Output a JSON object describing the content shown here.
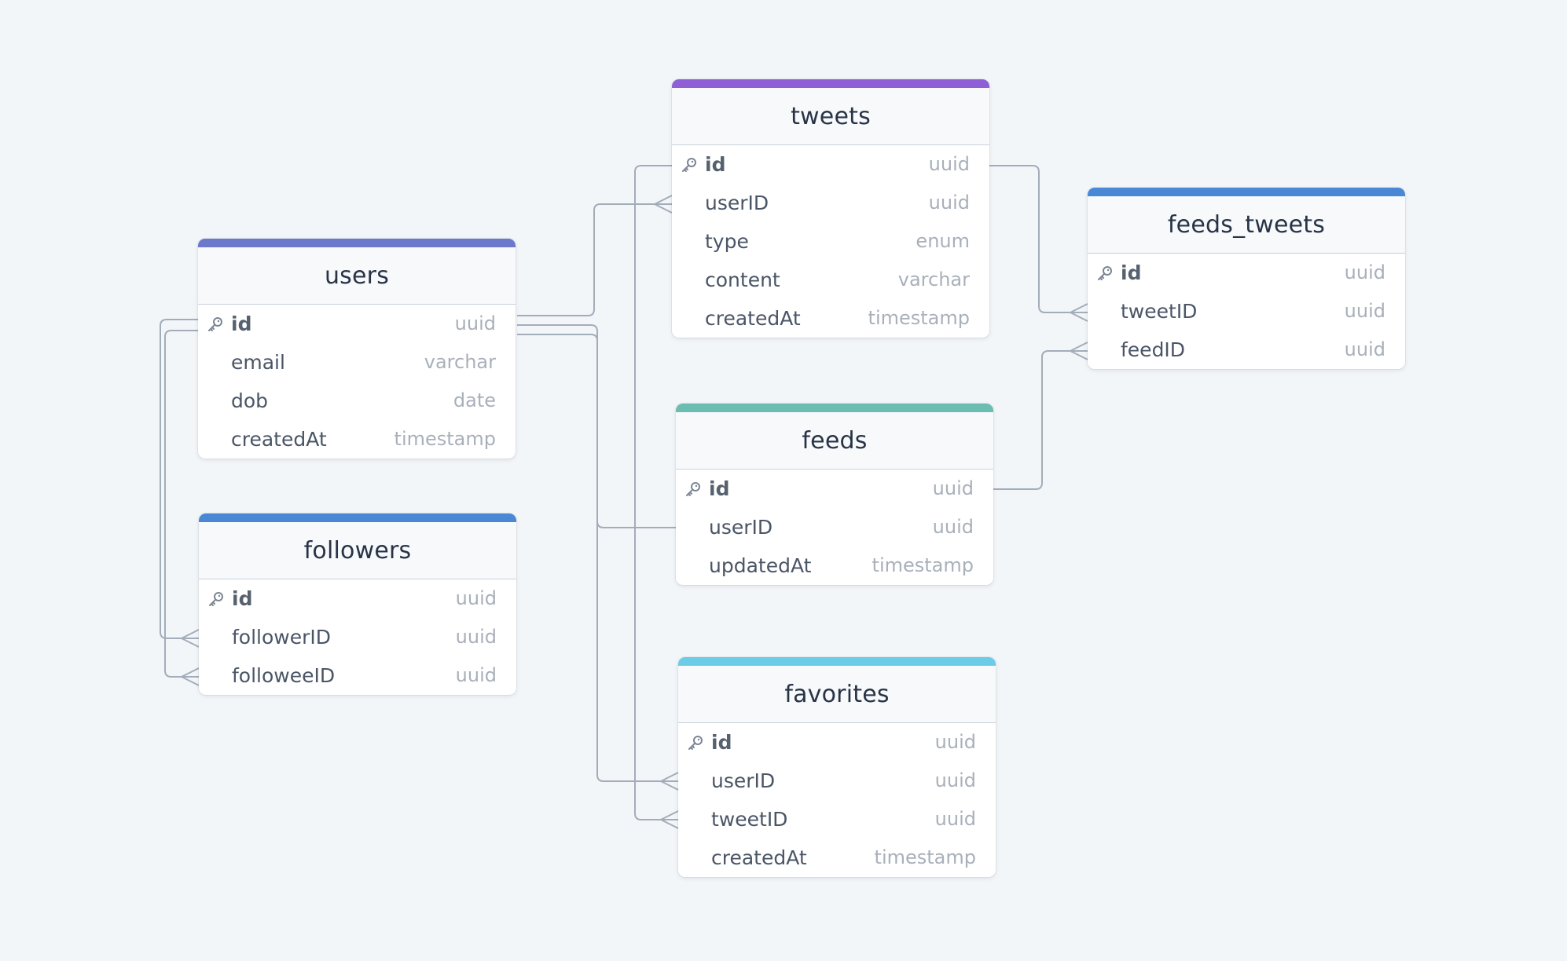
{
  "colors": {
    "background": "#f3f6f9",
    "edge": "#a3adba",
    "users": "#6b78cb",
    "tweets": "#8f5fd6",
    "feeds_tweets": "#4a88d6",
    "followers": "#4a88d6",
    "feeds": "#6cbdb1",
    "favorites": "#6ccbe6"
  },
  "tables": [
    {
      "id": "users",
      "title": "users",
      "color": "#6b78cb",
      "columns": [
        {
          "name": "id",
          "type": "uuid",
          "pk": true
        },
        {
          "name": "email",
          "type": "varchar"
        },
        {
          "name": "dob",
          "type": "date"
        },
        {
          "name": "createdAt",
          "type": "timestamp"
        }
      ]
    },
    {
      "id": "followers",
      "title": "followers",
      "color": "#4a88d6",
      "columns": [
        {
          "name": "id",
          "type": "uuid",
          "pk": true
        },
        {
          "name": "followerID",
          "type": "uuid"
        },
        {
          "name": "followeeID",
          "type": "uuid"
        }
      ]
    },
    {
      "id": "tweets",
      "title": "tweets",
      "color": "#8f5fd6",
      "columns": [
        {
          "name": "id",
          "type": "uuid",
          "pk": true
        },
        {
          "name": "userID",
          "type": "uuid"
        },
        {
          "name": "type",
          "type": "enum"
        },
        {
          "name": "content",
          "type": "varchar"
        },
        {
          "name": "createdAt",
          "type": "timestamp"
        }
      ]
    },
    {
      "id": "feeds",
      "title": "feeds",
      "color": "#6cbdb1",
      "columns": [
        {
          "name": "id",
          "type": "uuid",
          "pk": true
        },
        {
          "name": "userID",
          "type": "uuid"
        },
        {
          "name": "updatedAt",
          "type": "timestamp"
        }
      ]
    },
    {
      "id": "favorites",
      "title": "favorites",
      "color": "#6ccbe6",
      "columns": [
        {
          "name": "id",
          "type": "uuid",
          "pk": true
        },
        {
          "name": "userID",
          "type": "uuid"
        },
        {
          "name": "tweetID",
          "type": "uuid"
        },
        {
          "name": "createdAt",
          "type": "timestamp"
        }
      ]
    },
    {
      "id": "feeds_tweets",
      "title": "feeds_tweets",
      "color": "#4a88d6",
      "columns": [
        {
          "name": "id",
          "type": "uuid",
          "pk": true
        },
        {
          "name": "tweetID",
          "type": "uuid"
        },
        {
          "name": "feedID",
          "type": "uuid"
        }
      ]
    }
  ],
  "relations": [
    {
      "from": "users.id",
      "to": "tweets.userID",
      "cardinality": "one-to-many"
    },
    {
      "from": "users.id",
      "to": "feeds.userID",
      "cardinality": "one-to-one"
    },
    {
      "from": "users.id",
      "to": "favorites.userID",
      "cardinality": "one-to-many"
    },
    {
      "from": "users.id",
      "to": "followers.followerID",
      "cardinality": "one-to-many"
    },
    {
      "from": "users.id",
      "to": "followers.followeeID",
      "cardinality": "one-to-many"
    },
    {
      "from": "tweets.id",
      "to": "favorites.tweetID",
      "cardinality": "one-to-many"
    },
    {
      "from": "tweets.id",
      "to": "feeds_tweets.tweetID",
      "cardinality": "one-to-many"
    },
    {
      "from": "feeds.id",
      "to": "feeds_tweets.feedID",
      "cardinality": "one-to-many"
    }
  ]
}
